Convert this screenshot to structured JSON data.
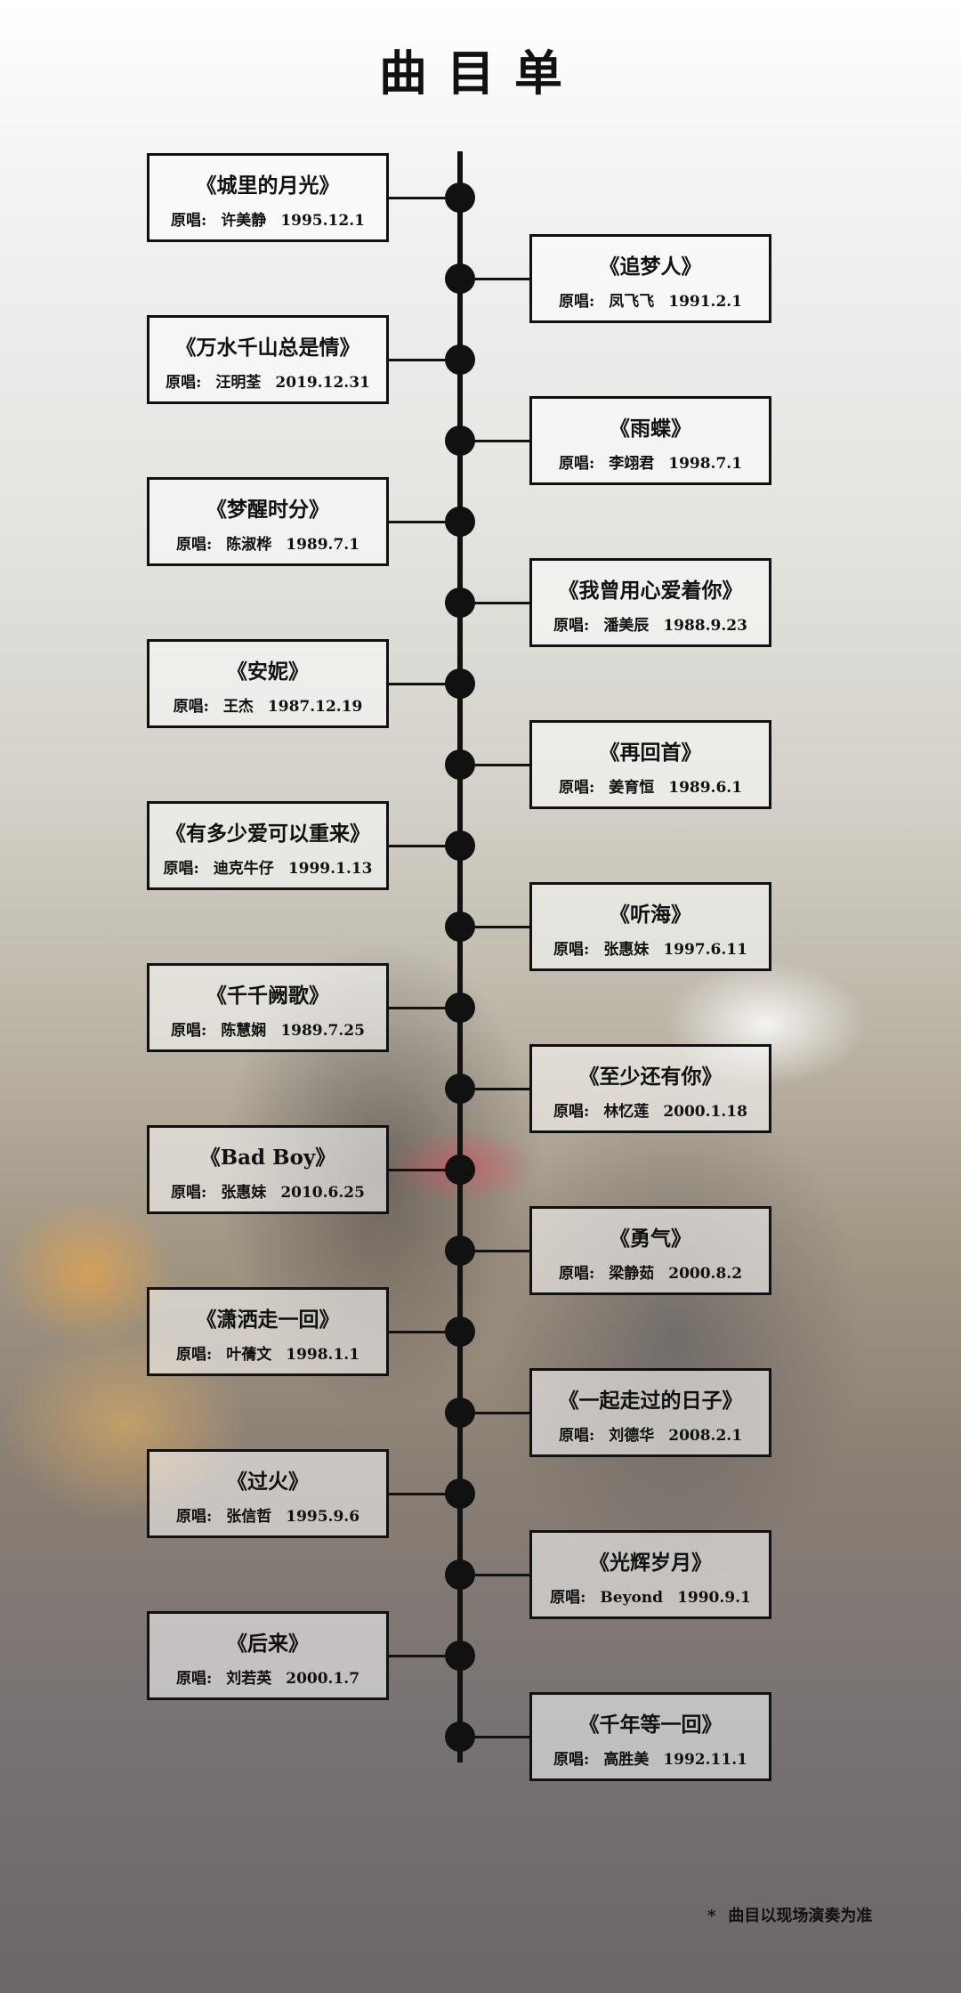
{
  "title": "曲目单",
  "footnote": "曲目以现场演奏为准",
  "footnote_mark": "*",
  "songs": [
    {
      "song": "《城里的月光》",
      "label": "原唱:",
      "singer": "许美静",
      "date": "1995.12.1"
    },
    {
      "song": "《追梦人》",
      "label": "原唱:",
      "singer": "凤飞飞",
      "date": "1991.2.1"
    },
    {
      "song": "《万水千山总是情》",
      "label": "原唱:",
      "singer": "汪明荃",
      "date": "2019.12.31"
    },
    {
      "song": "《雨蝶》",
      "label": "原唱:",
      "singer": "李翊君",
      "date": "1998.7.1"
    },
    {
      "song": "《梦醒时分》",
      "label": "原唱:",
      "singer": "陈淑桦",
      "date": "1989.7.1"
    },
    {
      "song": "《我曾用心爱着你》",
      "label": "原唱:",
      "singer": "潘美辰",
      "date": "1988.9.23"
    },
    {
      "song": "《安妮》",
      "label": "原唱:",
      "singer": "王杰",
      "date": "1987.12.19"
    },
    {
      "song": "《再回首》",
      "label": "原唱:",
      "singer": "姜育恒",
      "date": "1989.6.1"
    },
    {
      "song": "《有多少爱可以重来》",
      "label": "原唱:",
      "singer": "迪克牛仔",
      "date": "1999.1.13"
    },
    {
      "song": "《听海》",
      "label": "原唱:",
      "singer": "张惠妹",
      "date": "1997.6.11"
    },
    {
      "song": "《千千阙歌》",
      "label": "原唱:",
      "singer": "陈慧娴",
      "date": "1989.7.25"
    },
    {
      "song": "《至少还有你》",
      "label": "原唱:",
      "singer": "林忆莲",
      "date": "2000.1.18"
    },
    {
      "song": "《Bad Boy》",
      "label": "原唱:",
      "singer": "张惠妹",
      "date": "2010.6.25"
    },
    {
      "song": "《勇气》",
      "label": "原唱:",
      "singer": "梁静茹",
      "date": "2000.8.2"
    },
    {
      "song": "《潇洒走一回》",
      "label": "原唱:",
      "singer": "叶蒨文",
      "date": "1998.1.1"
    },
    {
      "song": "《一起走过的日子》",
      "label": "原唱:",
      "singer": "刘德华",
      "date": "2008.2.1"
    },
    {
      "song": "《过火》",
      "label": "原唱:",
      "singer": "张信哲",
      "date": "1995.9.6"
    },
    {
      "song": "《光辉岁月》",
      "label": "原唱:",
      "singer": "Beyond",
      "date": "1990.9.1"
    },
    {
      "song": "《后来》",
      "label": "原唱:",
      "singer": "刘若英",
      "date": "2000.1.7"
    },
    {
      "song": "《千年等一回》",
      "label": "原唱:",
      "singer": "高胜美",
      "date": "1992.11.1"
    }
  ]
}
